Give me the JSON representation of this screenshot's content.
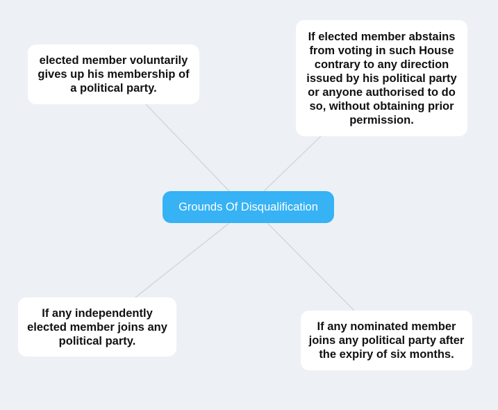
{
  "mindmap": {
    "central_topic": "Grounds Of Disqualification",
    "branches": {
      "top_left": "elected member voluntarily gives up his membership of a political party.",
      "top_right": "If elected member abstains from voting in such House contrary to any direction issued by his political party or anyone authorised to do so, without obtaining prior permission.",
      "bottom_left": "If any independently elected member joins any political party.",
      "bottom_right": "If any nominated member joins any political party after the expiry of six months."
    }
  },
  "colors": {
    "background": "#edf1f5",
    "central_fill": "#36b2f5",
    "central_text": "#ffffff",
    "node_fill": "#ffffff",
    "node_text": "#111111",
    "connector": "#d3d8de"
  }
}
